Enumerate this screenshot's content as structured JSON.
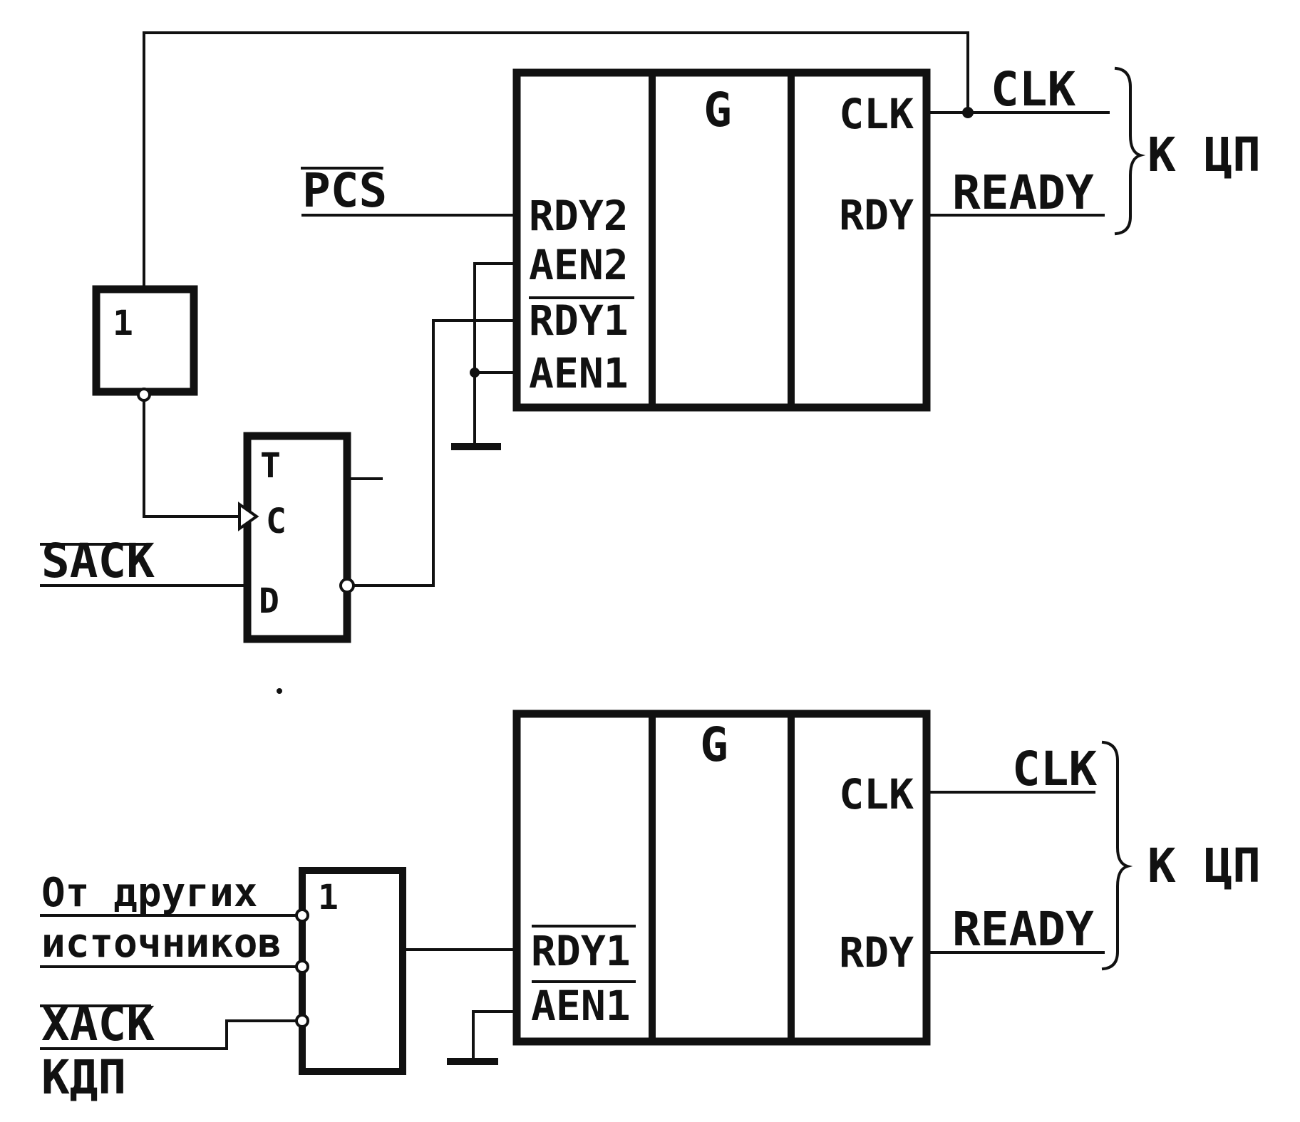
{
  "top": {
    "generator": {
      "g_label": "G",
      "pins_in": [
        "RDY2",
        "AEN2",
        "RDY1",
        "AEN1"
      ],
      "pins_out": [
        "CLK",
        "RDY"
      ]
    },
    "signals": {
      "pcs": "PCS",
      "sack": "SACK",
      "clk_out": "CLK",
      "ready_out": "READY",
      "to_cpu": "К ЦП"
    },
    "or_gate_label": "1",
    "trigger": {
      "t": "T",
      "c": "C",
      "d": "D"
    }
  },
  "bottom": {
    "generator": {
      "g_label": "G",
      "pins_in": [
        "RDY1",
        "AEN1"
      ],
      "pins_out": [
        "CLK",
        "RDY"
      ]
    },
    "signals": {
      "other_sources_line1": "От других",
      "other_sources_line2": "источников",
      "xack": "XACK",
      "kdp": "КДП",
      "clk_out": "CLK",
      "ready_out": "READY",
      "to_cpu": "К ЦП"
    },
    "gate_label": "1"
  },
  "colors": {
    "ink": "#111111",
    "paper": "#ffffff"
  }
}
